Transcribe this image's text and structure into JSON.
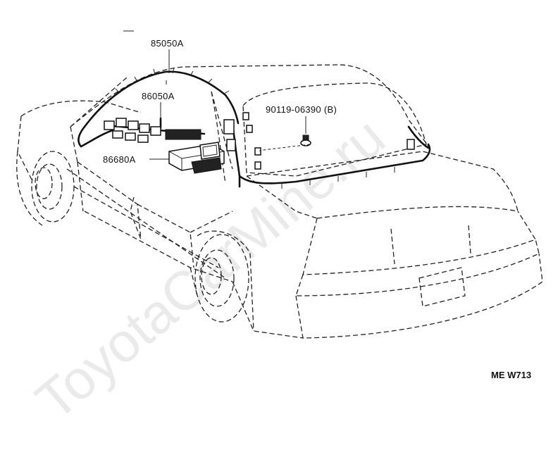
{
  "watermark": "ToyotaCarMine.ru",
  "part_labels": {
    "harness_roof": "85050A",
    "harness_seat": "86050A",
    "amplifier": "86680A",
    "screw": "90119-06390 (B)"
  },
  "figure_code": "ME W713"
}
